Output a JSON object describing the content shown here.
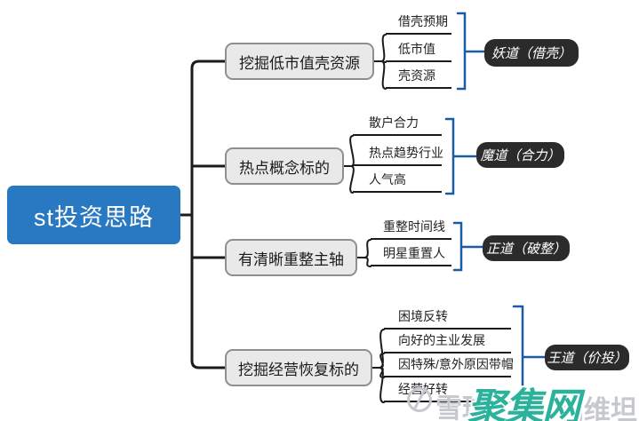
{
  "root": {
    "label": "st投资思路"
  },
  "branches": [
    {
      "label": "挖掘低市值壳资源",
      "leaves": [
        "借壳预期",
        "低市值",
        "壳资源"
      ],
      "tag": "妖道（借壳）"
    },
    {
      "label": "热点概念标的",
      "leaves": [
        "散户合力",
        "热点趋势行业",
        "人气高"
      ],
      "tag": "魔道（合力）"
    },
    {
      "label": "有清晰重整主轴",
      "leaves": [
        "重整时间线",
        "明星重置人"
      ],
      "tag": "正道（破整）"
    },
    {
      "label": "挖掘经营恢复标的",
      "leaves": [
        "困境反转",
        "向好的主业发展",
        "因特殊/意外原因带帽",
        "经营好转"
      ],
      "tag": "王道（价投）"
    }
  ],
  "watermark": {
    "site_prefix": "雪球",
    "brand": "聚集网",
    "suffix": "利维坦"
  },
  "colors": {
    "root_bg": "#2878c2",
    "branch_bg": "#e9e9e9",
    "branch_border": "#8f8f8f",
    "connector": "#1b1b1b",
    "bracket_blue": "#1b5aa5",
    "tag_bg": "#2b2b2b",
    "tag_text": "#ffffff",
    "watermark_teal": "#2bb29b",
    "watermark_gray": "#c5c9cd"
  }
}
